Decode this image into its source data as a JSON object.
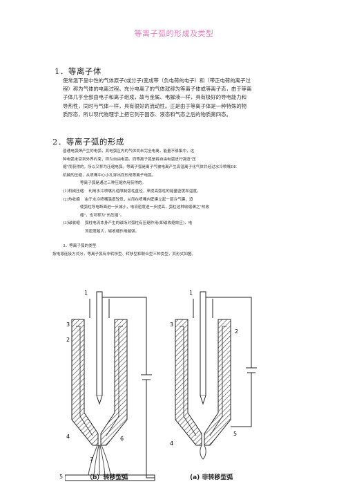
{
  "title": "等离子弧的形成及类型",
  "section1": {
    "heading": "1．等离子体",
    "lines": [
      "使常温下呈中性的气体原子(或分子)变成带（负电荷的电子）和（带正电荷的离子过",
      "程）称为气体的电离过程。充分电离了的气体就称为等离子体或等离子态，由于等离",
      "子体几乎全部由电子和离子组成，故与金属、电解液一样，具有极好的导电能力和",
      "导热性，同时与气体一样，具有很好的流动性。正是由于等离子体是一种特殊的物",
      "质形态，所以现代物理学上把它列于固态、液态和气态之后的物质第四态。"
    ]
  },
  "section2": {
    "heading": "2．等离子弧的形成",
    "lines": [
      "普通电弧焊产生的电弧，其电弧区内的气体尚未完全电离，能量不够集中，这",
      "种电弧未受到外界约束，称为自由电弧。而等离子弧是将自由电弧进行强迫\"压",
      "缩\"而获得的，所以又称为压缩电弧。等离子弧是离子气被电离产生高温离子化气体并经过水冷喷嘴DE",
      "机械的压缩，从喷嘴中心小孔穿出而形成等离子电弧。"
    ],
    "indent_line": "等离子弧是通过三种压缩作用获得的。",
    "items": [
      "(1)机械压缩    利用水冷喷嘴孔道限制弧柱直径，来提高弧柱的能量密度和温度。",
      "(2)热收缩    由于水冷喷嘴温度较低，从而在喷嘴内壁建立起一层冷气膜，迫",
      "              使弧柱导电断面进一步减小，电流密度进一步提高，弧柱这种收缩谓之\"热收",
      "              缩\"，也可称为\"热压缩\"。",
      "(3)磁收缩    弧柱电流本身产生的磁场对弧柱有压缩作用(即磁收缩效应)，电",
      "                  流密度越大，磁收缩作用越强。"
    ],
    "sub_heading": "3．等离子弧的类型",
    "sub_line": "按电源连接方式分，等离子弧有非转移型、转移型和联合型三种类型，其形式如图。"
  },
  "figure": {
    "labels": [
      "1",
      "2",
      "3",
      "4",
      "5",
      "6",
      "7",
      "1",
      "2",
      "3",
      "4",
      "5"
    ],
    "caption_left": "（b）转移型弧",
    "caption_right": "(a) 非转移型弧",
    "colors": {
      "line": "#222222",
      "hatch": "#555555",
      "flame": "#444444"
    }
  }
}
